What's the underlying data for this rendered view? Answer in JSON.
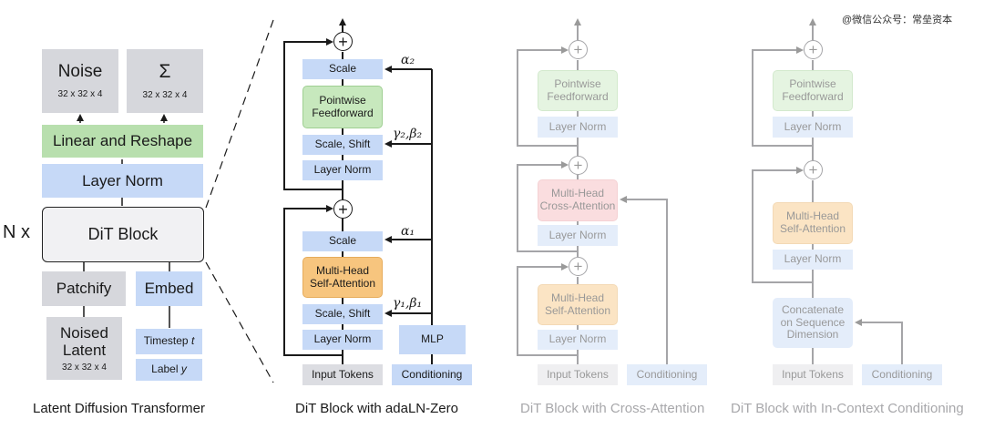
{
  "watermark": "@微信公众号：常垒资本",
  "left": {
    "noise_label": "Noise",
    "noise_dim": "32 x 32 x 4",
    "sigma_label": "Σ",
    "sigma_dim": "32 x 32 x 4",
    "linear_reshape": "Linear and Reshape",
    "layer_norm": "Layer Norm",
    "nx": "N x",
    "dit_block": "DiT Block",
    "patchify": "Patchify",
    "embed": "Embed",
    "noised": "Noised",
    "latent": "Latent",
    "latent_dim": "32 x 32 x 4",
    "timestep": "Timestep",
    "timestep_var": "t",
    "label": "Label",
    "label_var": "y",
    "caption": "Latent Diffusion Transformer"
  },
  "adaln": {
    "scale_top": "Scale",
    "pointwise_ff": "Pointwise Feedforward",
    "scale_shift_top": "Scale, Shift",
    "layer_norm_top": "Layer Norm",
    "scale_bottom": "Scale",
    "mhsa": "Multi-Head Self-Attention",
    "scale_shift_bottom": "Scale, Shift",
    "layer_norm_bottom": "Layer Norm",
    "mlp": "MLP",
    "input_tokens": "Input Tokens",
    "conditioning": "Conditioning",
    "alpha2": "α₂",
    "gamma2beta2": "γ₂,β₂",
    "alpha1": "α₁",
    "gamma1beta1": "γ₁,β₁",
    "caption": "DiT Block with adaLN-Zero"
  },
  "cross": {
    "pointwise_ff": "Pointwise Feedforward",
    "layer_norm_1": "Layer Norm",
    "mhca": "Multi-Head Cross-Attention",
    "layer_norm_2": "Layer Norm",
    "mhsa": "Multi-Head Self-Attention",
    "layer_norm_3": "Layer Norm",
    "input_tokens": "Input Tokens",
    "conditioning": "Conditioning",
    "caption": "DiT Block with Cross-Attention"
  },
  "incontext": {
    "pointwise_ff": "Pointwise Feedforward",
    "layer_norm_1": "Layer Norm",
    "mhsa": "Multi-Head Self-Attention",
    "layer_norm_2": "Layer Norm",
    "concat": "Concatenate on Sequence Dimension",
    "input_tokens": "Input Tokens",
    "conditioning": "Conditioning",
    "caption": "DiT Block with In-Context Conditioning"
  },
  "colors": {
    "gray": "#d6d7dc",
    "green": "#b8dfae",
    "blue": "#c6d9f7",
    "orange": "#f7c57e",
    "red": "#f6b6b9",
    "panel_bg": "#f2f2f4",
    "line": "#1a1a1a"
  }
}
